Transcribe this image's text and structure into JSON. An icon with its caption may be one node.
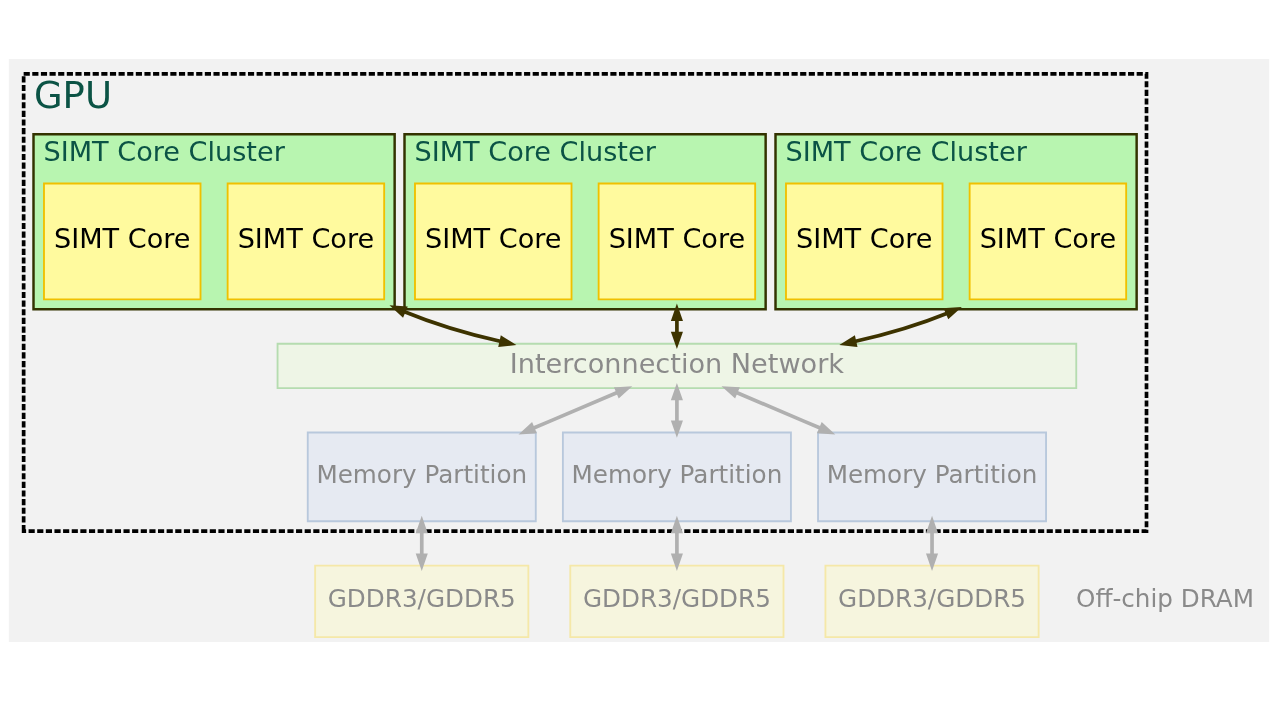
{
  "diagram": {
    "nodes": [
      {
        "text": [
          "GPU"
        ]
      },
      {
        "text": [
          "SIMT Core Cluster"
        ],
        "in": 0
      },
      {
        "text": [
          "SIMT Core"
        ],
        "in": 1
      },
      {
        "text": [
          "SIMT Core"
        ],
        "in": 1
      },
      {
        "text": [
          "SIMT Core Cluster"
        ],
        "in": 0
      },
      {
        "text": [
          "SIMT Core"
        ],
        "in": 4
      },
      {
        "text": [
          "SIMT Core"
        ],
        "in": 4
      },
      {
        "text": [
          "SIMT Core Cluster"
        ],
        "in": 0
      },
      {
        "text": [
          "SIMT Core"
        ],
        "in": 7
      },
      {
        "text": [
          "SIMT Core"
        ],
        "in": 7
      },
      {
        "text": [
          "Interconnection Network"
        ],
        "in": 0
      },
      {
        "text": [
          "Memory Partition"
        ],
        "in": 0
      },
      {
        "text": [
          "Memory Partition"
        ],
        "in": 0
      },
      {
        "text": [
          "Memory Partition"
        ],
        "in": 0
      },
      {
        "text": [
          "GDDR3/GDDR5"
        ]
      },
      {
        "text": [
          "GDDR3/GDDR5"
        ]
      },
      {
        "text": [
          "GDDR3/GDDR5"
        ]
      }
    ],
    "edges": [
      {
        "from": 1,
        "to": 10,
        "arrow": "both",
        "color": "#3d3300"
      },
      {
        "from": 4,
        "to": 10,
        "arrow": "both",
        "color": "#3d3300"
      },
      {
        "from": 7,
        "to": 10,
        "arrow": "both",
        "color": "#3d3300"
      },
      {
        "from": 10,
        "to": 11,
        "arrow": "both"
      },
      {
        "from": 10,
        "to": 12,
        "arrow": "both"
      },
      {
        "from": 10,
        "to": 13,
        "arrow": "both"
      },
      {
        "from": 11,
        "to": 14,
        "arrow": "both"
      },
      {
        "from": 12,
        "to": 15,
        "arrow": "both"
      },
      {
        "from": 13,
        "to": 16,
        "arrow": "both"
      }
    ],
    "labels": [
      "Off-chip DRAM"
    ]
  }
}
